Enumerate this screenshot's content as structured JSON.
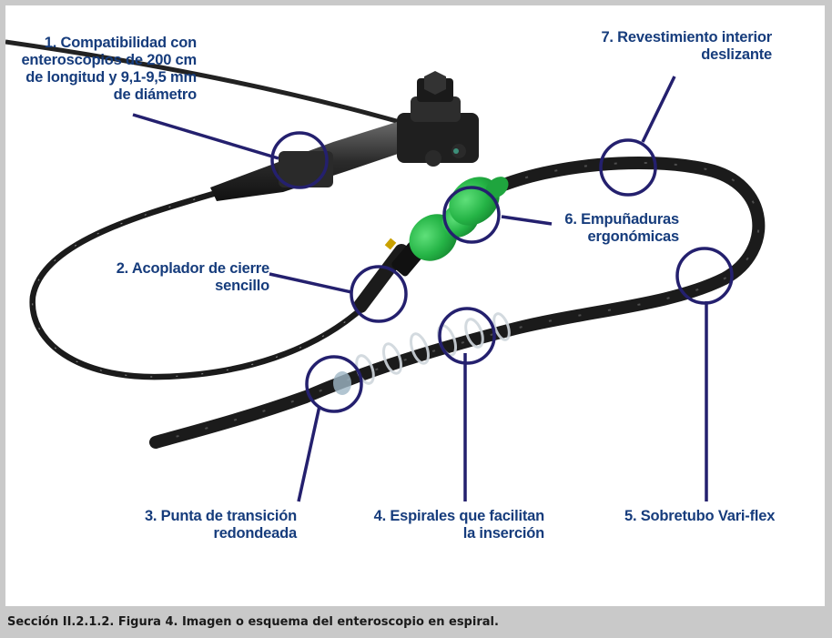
{
  "figure": {
    "callouts": [
      {
        "id": 1,
        "text": "1. Compatibilidad con\nenteroscopios de 200 cm\nde longitud y 9,1-9,5 mm\nde diámetro"
      },
      {
        "id": 2,
        "text": "2. Acoplador de cierre\nsencillo"
      },
      {
        "id": 3,
        "text": "3. Punta de transición\nredondeada"
      },
      {
        "id": 4,
        "text": "4. Espirales que facilitan\nla inserción"
      },
      {
        "id": 5,
        "text": "5. Sobretubo Vari-flex"
      },
      {
        "id": 6,
        "text": "6. Empuñaduras\nergonómicas"
      },
      {
        "id": 7,
        "text": "7. Revestimiento interior\ndeslizante"
      }
    ],
    "colors": {
      "callout_text": "#163c7c",
      "marker_ring": "#24206e",
      "grip_green": "#2fbf4f",
      "tube_black": "#1b1b1b"
    }
  },
  "caption": "Sección II.2.1.2. Figura 4. Imagen o esquema del enteroscopio en espiral."
}
